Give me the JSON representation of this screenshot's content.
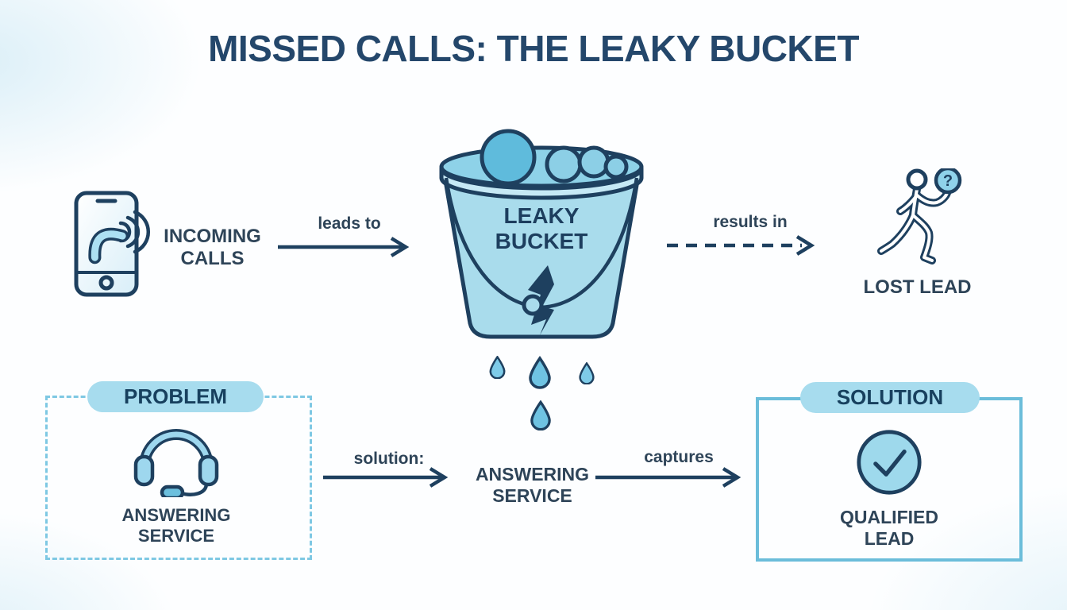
{
  "title": "MISSED CALLS: THE LEAKY BUCKET",
  "colors": {
    "navy_outline": "#1e405f",
    "title_navy": "#24476b",
    "label_slate": "#2e4458",
    "bucket_fill": "#a9dcec",
    "rim_fill": "#c6e9f5",
    "water_fill": "#5fbbdc",
    "badge_blue": "#a7dcee",
    "dashed_border_blue": "#7ec8e3",
    "solid_border_blue": "#6bbdda",
    "drop_blue": "#7ecbe8"
  },
  "icons": {
    "phone": "smartphone-incoming-call-icon",
    "bucket": "leaky-bucket-icon",
    "drop": "water-drop-icon",
    "lost_lead": "walking-person-question-icon",
    "headset": "headset-icon",
    "check": "check-circle-icon"
  },
  "top_flow": {
    "incoming_calls": {
      "line1": "INCOMING",
      "line2": "CALLS"
    },
    "leads_to_label": "leads to",
    "bucket": {
      "line1": "LEAKY",
      "line2": "BUCKET"
    },
    "results_in_label": "results in",
    "lost_lead": {
      "label": "LOST LEAD",
      "question_mark": "?"
    }
  },
  "bottom_flow": {
    "problem": {
      "badge": "PROBLEM",
      "line1": "ANSWERING",
      "line2": "SERVICE"
    },
    "solution_arrow_label": "solution:",
    "answering_service": {
      "line1": "ANSWERING",
      "line2": "SERVICE"
    },
    "captures_label": "captures",
    "solution": {
      "badge": "SOLUTION",
      "line1": "QUALIFIED",
      "line2": "LEAD"
    }
  }
}
